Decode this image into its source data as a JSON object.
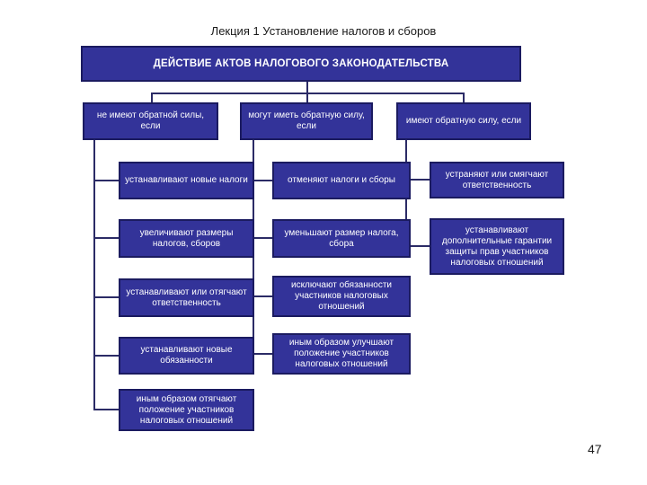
{
  "page": {
    "title": "Лекция 1 Установление налогов и сборов",
    "page_number": "47"
  },
  "colors": {
    "box_fill": "#333399",
    "box_border": "#1b1b60",
    "connector": "#2b2b66",
    "box_text": "#ffffff",
    "background": "#ffffff"
  },
  "diagram": {
    "root": "ДЕЙСТВИЕ АКТОВ НАЛОГОВОГО ЗАКОНОДАТЕЛЬСТВА",
    "columns": [
      {
        "header": "не имеют обратной силы, если",
        "items": [
          "устанавливают новые налоги",
          "увеличивают размеры налогов, сборов",
          "устанавливают или отягчают ответственность",
          "устанавливают новые обязанности",
          "иным образом отягчают положение участников налоговых отношений"
        ]
      },
      {
        "header": "могут иметь обратную силу, если",
        "items": [
          "отменяют налоги и сборы",
          "уменьшают размер налога, сбора",
          "исключают обязанности участников налоговых отношений",
          "иным образом улучшают положение участников налоговых отношений"
        ]
      },
      {
        "header": "имеют обратную силу, если",
        "items": [
          "устраняют или смягчают ответственность",
          "устанавливают дополнительные гарантии защиты прав участников налоговых отношений"
        ]
      }
    ]
  }
}
